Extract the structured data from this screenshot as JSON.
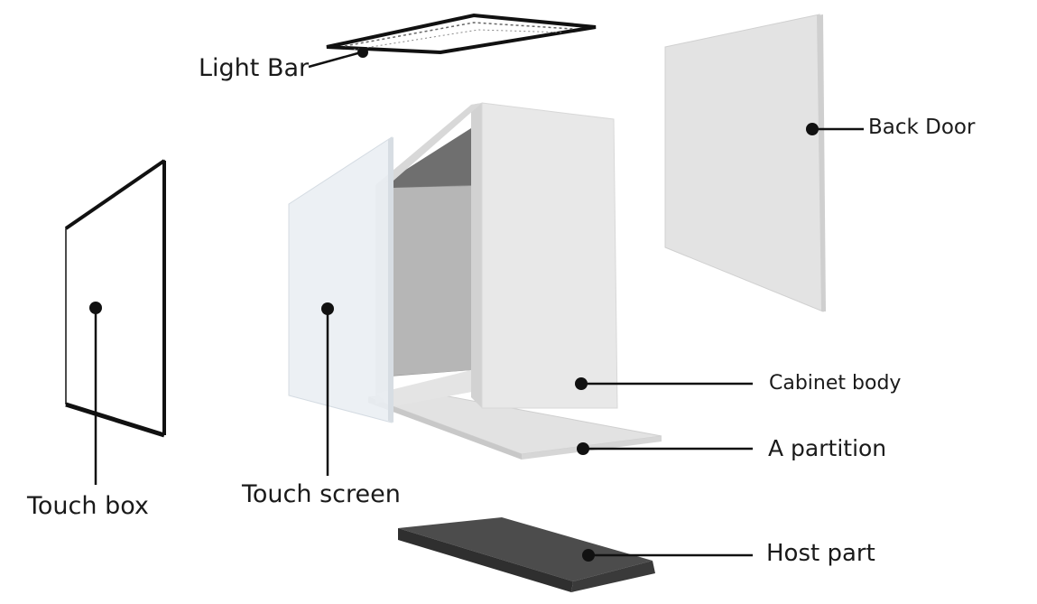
{
  "labels": {
    "light_bar": "Light Bar",
    "back_door": "Back Door",
    "cabinet_body": "Cabinet body",
    "partition": "A partition",
    "touch_box": "Touch box",
    "touch_screen": "Touch screen",
    "host_part": "Host part"
  },
  "colors": {
    "outline": "#111111",
    "panel_light": "#e6e6e6",
    "panel_mid": "#dcdcdc",
    "touch_screen": "#e8edf2",
    "interior_dark": "#8a8a8a",
    "interior_mid": "#b4b4b4",
    "host_top": "#4a4a4a",
    "host_side": "#2e2e2e"
  }
}
